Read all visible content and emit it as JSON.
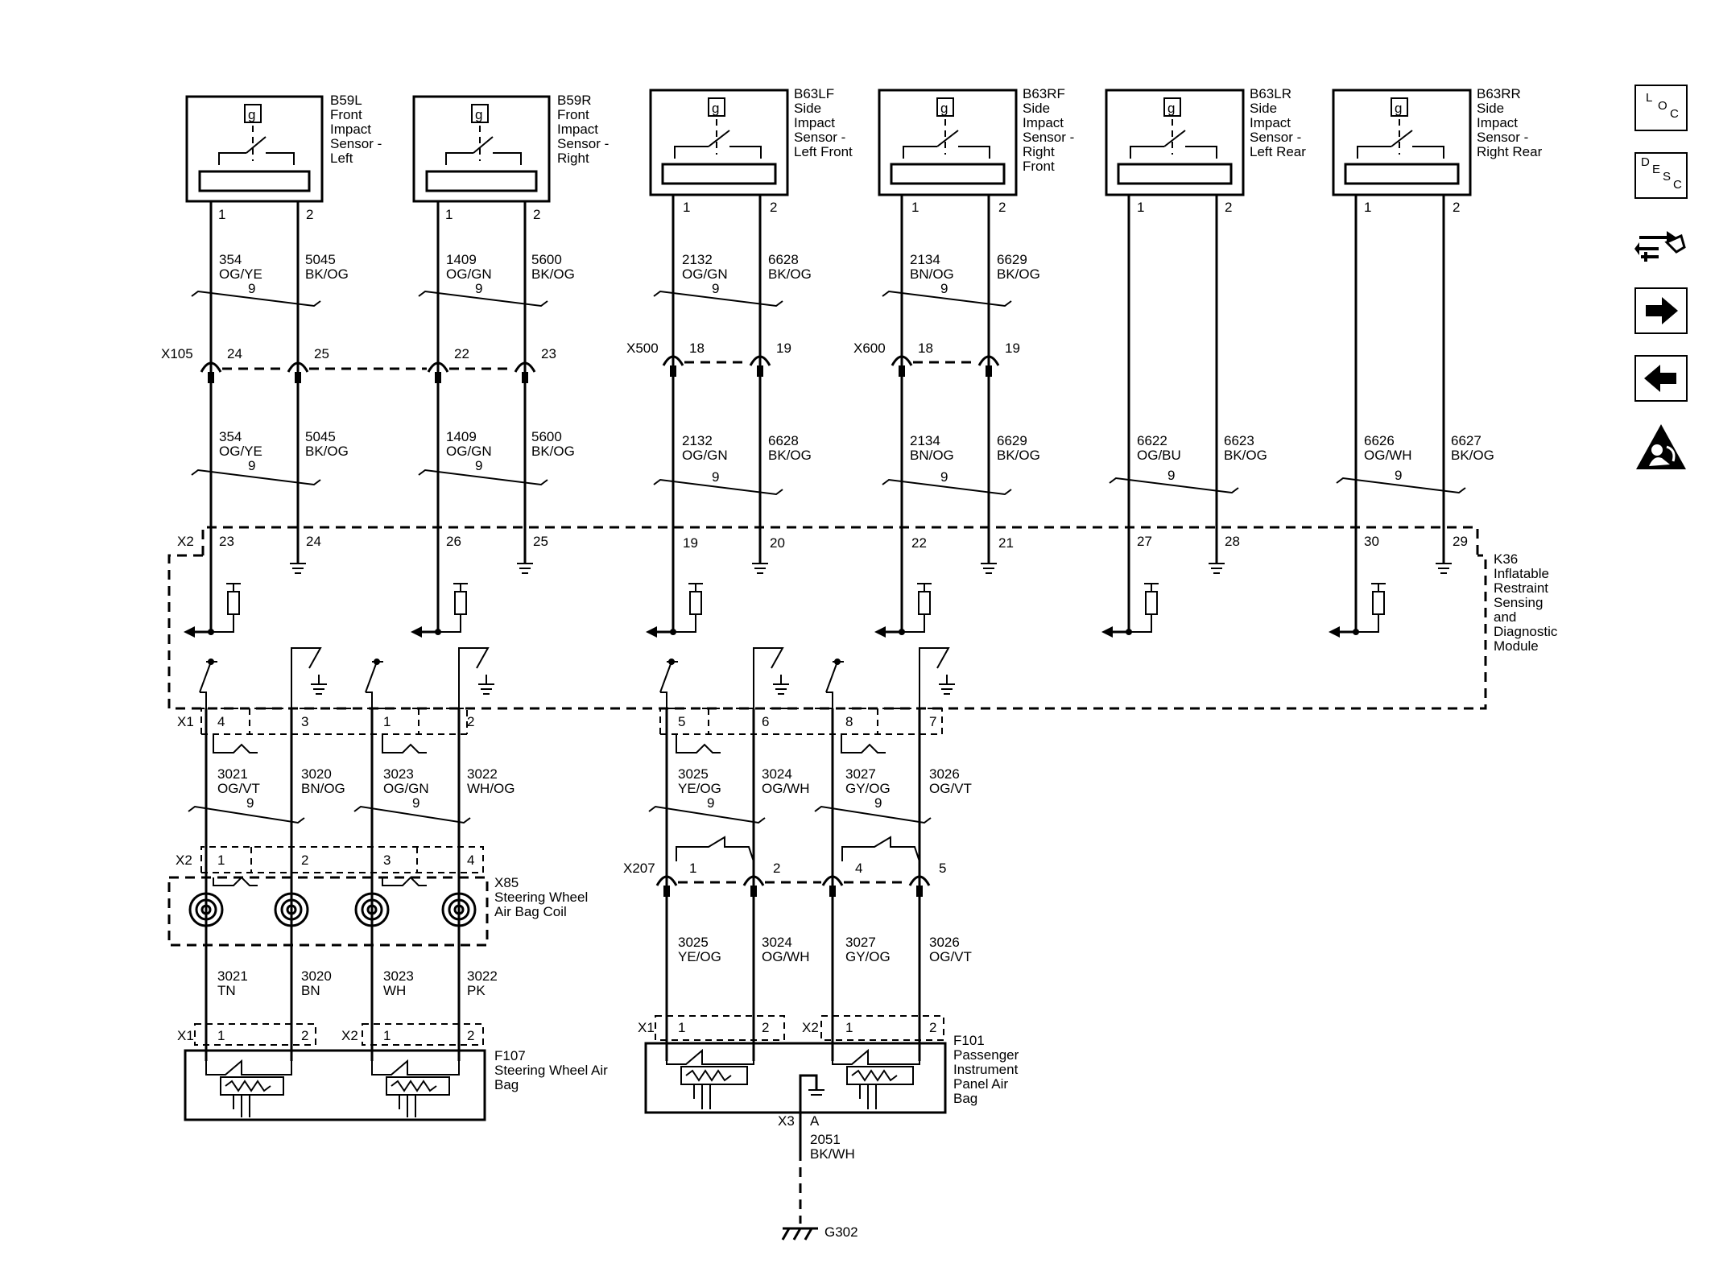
{
  "sensors": [
    {
      "ref": "B59L",
      "lines": [
        "Front",
        "Impact",
        "Sensor -",
        "Left"
      ],
      "pins": [
        "1",
        "2"
      ]
    },
    {
      "ref": "B59R",
      "lines": [
        "Front",
        "Impact",
        "Sensor -",
        "Right"
      ],
      "pins": [
        "1",
        "2"
      ]
    },
    {
      "ref": "B63LF",
      "lines": [
        "Side",
        "Impact",
        "Sensor -",
        "Left Front"
      ],
      "pins": [
        "1",
        "2"
      ]
    },
    {
      "ref": "B63RF",
      "lines": [
        "Side",
        "Impact",
        "Sensor -",
        "Right",
        "Front"
      ],
      "pins": [
        "1",
        "2"
      ]
    },
    {
      "ref": "B63LR",
      "lines": [
        "Side",
        "Impact",
        "Sensor -",
        "Left Rear"
      ],
      "pins": [
        "1",
        "2"
      ]
    },
    {
      "ref": "B63RR",
      "lines": [
        "Side",
        "Impact",
        "Sensor -",
        "Right Rear"
      ],
      "pins": [
        "1",
        "2"
      ]
    }
  ],
  "sensor_glyph": "g",
  "twist_count": "9",
  "upper_wires": [
    {
      "a": [
        "354",
        "OG/YE"
      ],
      "b": [
        "5045",
        "BK/OG"
      ]
    },
    {
      "a": [
        "1409",
        "OG/GN"
      ],
      "b": [
        "5600",
        "BK/OG"
      ]
    },
    {
      "a": [
        "2132",
        "OG/GN"
      ],
      "b": [
        "6628",
        "BK/OG"
      ]
    },
    {
      "a": [
        "2134",
        "BN/OG"
      ],
      "b": [
        "6629",
        "BK/OG"
      ]
    }
  ],
  "mid_wires": [
    {
      "a": [
        "354",
        "OG/YE"
      ],
      "b": [
        "5045",
        "BK/OG"
      ]
    },
    {
      "a": [
        "1409",
        "OG/GN"
      ],
      "b": [
        "5600",
        "BK/OG"
      ]
    },
    {
      "a": [
        "2132",
        "OG/GN"
      ],
      "b": [
        "6628",
        "BK/OG"
      ]
    },
    {
      "a": [
        "2134",
        "BN/OG"
      ],
      "b": [
        "6629",
        "BK/OG"
      ]
    },
    {
      "a": [
        "6622",
        "OG/BU"
      ],
      "b": [
        "6623",
        "BK/OG"
      ]
    },
    {
      "a": [
        "6626",
        "OG/WH"
      ],
      "b": [
        "6627",
        "BK/OG"
      ]
    }
  ],
  "connectors_upper": [
    {
      "name": "X105",
      "pins": [
        "24",
        "25",
        "22",
        "23"
      ]
    },
    {
      "name": "X500",
      "pins": [
        "18",
        "19"
      ]
    },
    {
      "name": "X600",
      "pins": [
        "18",
        "19"
      ]
    }
  ],
  "module": {
    "connector": "X2",
    "pins": [
      "23",
      "24",
      "26",
      "25",
      "19",
      "20",
      "22",
      "21",
      "27",
      "28",
      "30",
      "29"
    ],
    "ref": "K36",
    "lines": [
      "Inflatable",
      "Restraint",
      "Sensing",
      "and",
      "Diagnostic",
      "Module"
    ]
  },
  "x1_module": {
    "name": "X1",
    "pins": [
      "4",
      "3",
      "1",
      "2",
      "5",
      "6",
      "8",
      "7"
    ]
  },
  "lower_wires": [
    {
      "a": [
        "3021",
        "OG/VT"
      ],
      "b": [
        "3020",
        "BN/OG"
      ]
    },
    {
      "a": [
        "3023",
        "OG/GN"
      ],
      "b": [
        "3022",
        "WH/OG"
      ]
    },
    {
      "a": [
        "3025",
        "YE/OG"
      ],
      "b": [
        "3024",
        "OG/WH"
      ]
    },
    {
      "a": [
        "3027",
        "GY/OG"
      ],
      "b": [
        "3026",
        "OG/VT"
      ]
    }
  ],
  "coil": {
    "connector": "X2",
    "pins": [
      "1",
      "2",
      "3",
      "4"
    ],
    "ref": "X85",
    "lines": [
      "Steering Wheel",
      "Air Bag Coil"
    ]
  },
  "coil_wires": [
    [
      "3021",
      "TN"
    ],
    [
      "3020",
      "BN"
    ],
    [
      "3023",
      "WH"
    ],
    [
      "3022",
      "PK"
    ]
  ],
  "x207": {
    "name": "X207",
    "pins": [
      "1",
      "2",
      "4",
      "5"
    ]
  },
  "x207_wires": [
    [
      "3025",
      "YE/OG"
    ],
    [
      "3024",
      "OG/WH"
    ],
    [
      "3027",
      "GY/OG"
    ],
    [
      "3026",
      "OG/VT"
    ]
  ],
  "steering_airbag": {
    "x1": "X1",
    "x2": "X2",
    "pins": [
      "1",
      "2",
      "1",
      "2"
    ],
    "ref": "F107",
    "lines": [
      "Steering Wheel Air",
      "Bag"
    ]
  },
  "passenger_airbag": {
    "x1": "X1",
    "x2": "X2",
    "pins": [
      "1",
      "2",
      "1",
      "2"
    ],
    "ref": "F101",
    "lines": [
      "Passenger",
      "Instrument",
      "Panel Air",
      "Bag"
    ]
  },
  "ground": {
    "connector": "X3",
    "pin": "A",
    "wire": [
      "2051",
      "BK/WH"
    ],
    "ref": "G302"
  },
  "sidebar": {
    "loc": [
      "L",
      "O",
      "C"
    ],
    "desc": [
      "D",
      "E",
      "S",
      "C"
    ],
    "icons": [
      "connector-tool-icon",
      "arrow-right-icon",
      "arrow-left-icon",
      "airbag-warning-icon"
    ]
  }
}
